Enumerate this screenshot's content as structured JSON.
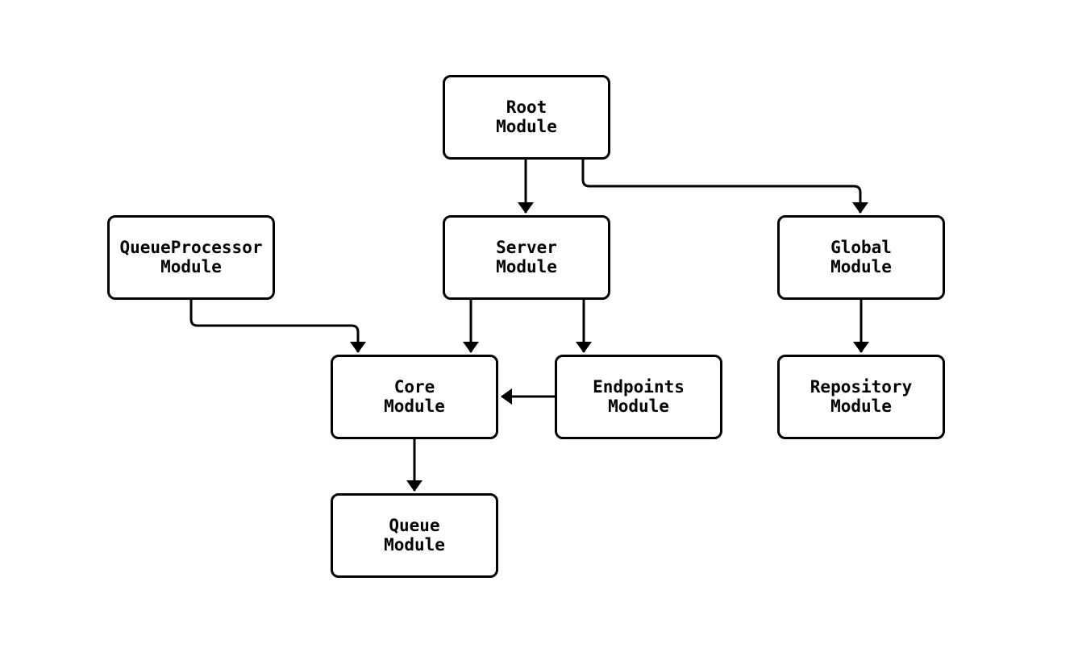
{
  "diagram": {
    "background_color": "#ffffff",
    "stroke_color": "#000000",
    "node_fill_color": "#ffffff",
    "nodes": {
      "root": {
        "label": "Root\nModule"
      },
      "queueprocessor": {
        "label": "QueueProcessor\nModule"
      },
      "server": {
        "label": "Server\nModule"
      },
      "global": {
        "label": "Global\nModule"
      },
      "core": {
        "label": "Core\nModule"
      },
      "endpoints": {
        "label": "Endpoints\nModule"
      },
      "repository": {
        "label": "Repository\nModule"
      },
      "queue": {
        "label": "Queue\nModule"
      }
    },
    "edges": [
      {
        "from": "Root Module",
        "to": "Server Module"
      },
      {
        "from": "Root Module",
        "to": "Global Module"
      },
      {
        "from": "QueueProcessor Module",
        "to": "Core Module"
      },
      {
        "from": "Server Module",
        "to": "Core Module"
      },
      {
        "from": "Server Module",
        "to": "Endpoints Module"
      },
      {
        "from": "Endpoints Module",
        "to": "Core Module"
      },
      {
        "from": "Global Module",
        "to": "Repository Module"
      },
      {
        "from": "Core Module",
        "to": "Queue Module"
      }
    ]
  }
}
